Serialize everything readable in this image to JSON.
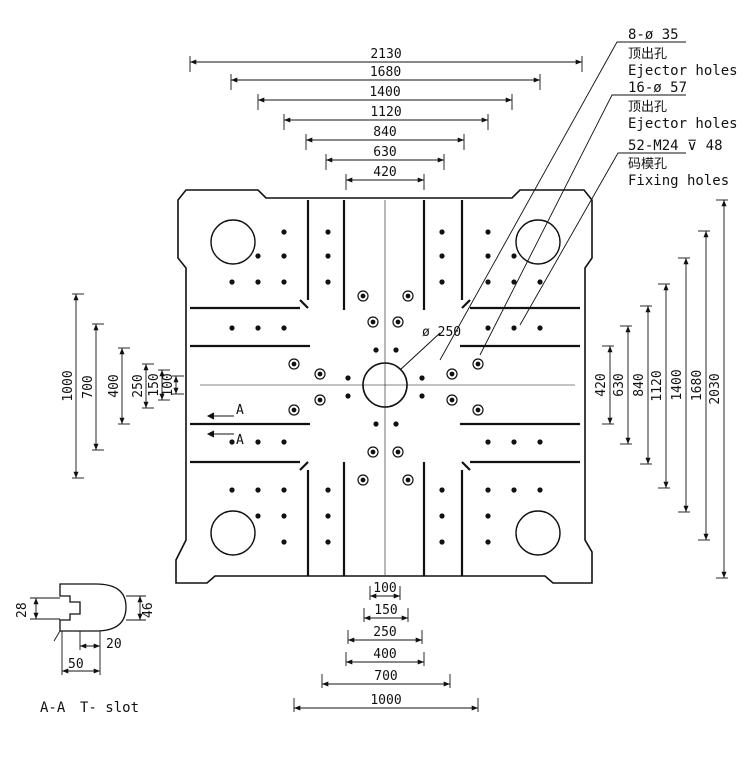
{
  "drawing": {
    "top_dims": [
      "2130",
      "1680",
      "1400",
      "1120",
      "840",
      "630",
      "420"
    ],
    "right_dims": [
      "420",
      "630",
      "840",
      "1120",
      "1400",
      "1680",
      "2030"
    ],
    "left_dims": [
      "1000",
      "700",
      "400",
      "250",
      "150",
      "100"
    ],
    "bottom_dims": [
      "100",
      "150",
      "250",
      "400",
      "700",
      "1000"
    ],
    "center_hole_label": "ø 250",
    "section_marks": [
      "A",
      "A"
    ],
    "callouts": [
      {
        "spec": "8-ø 35",
        "cn": "顶出孔",
        "en": "Ejector holes"
      },
      {
        "spec": "16-ø 57",
        "cn": "顶出孔",
        "en": "Ejector holes"
      },
      {
        "spec": "52-M24 ⊽ 48",
        "cn": "码模孔",
        "en": "Fixing holes"
      }
    ],
    "tslot": {
      "dims": [
        "28",
        "46",
        "20",
        "50"
      ],
      "caption_a": "A-A",
      "caption_b": "T- slot"
    }
  }
}
